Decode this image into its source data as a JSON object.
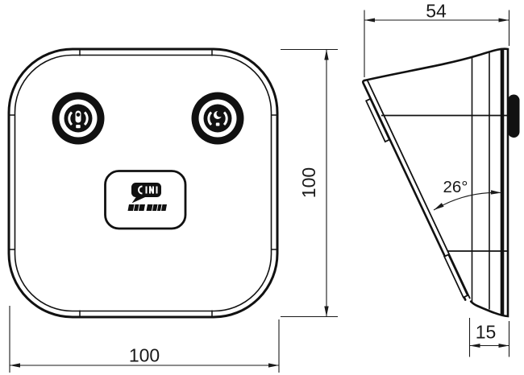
{
  "page": {
    "background": "#ffffff",
    "line_color": "#111111",
    "dim_color": "#1a1a1a"
  },
  "front_view": {
    "dim_width": "100",
    "dim_height": "100"
  },
  "side_view": {
    "dim_depth_top": "54",
    "dim_depth_bottom": "15",
    "dim_face_angle": "26°"
  },
  "icons": {
    "left_sensor": "drop-sensor-icon",
    "right_sensor": "crescent-sensor-icon",
    "logo": "speech-bubble-logo-icon"
  }
}
